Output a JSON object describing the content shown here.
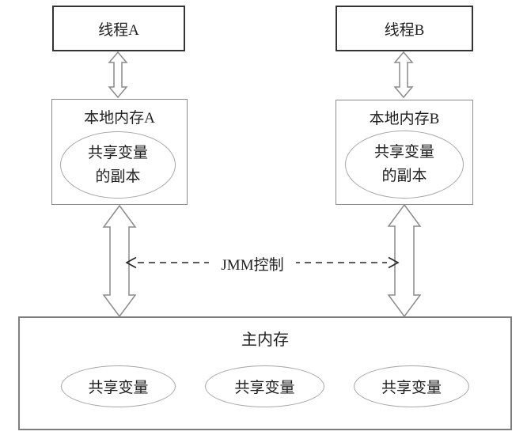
{
  "diagram": {
    "threads": [
      {
        "label": "线程A"
      },
      {
        "label": "线程B"
      }
    ],
    "local_memories": [
      {
        "label": "本地内存A",
        "copy_line1": "共享变量",
        "copy_line2": "的副本"
      },
      {
        "label": "本地内存B",
        "copy_line1": "共享变量",
        "copy_line2": "的副本"
      }
    ],
    "jmm_control_label": "JMM控制",
    "main_memory": {
      "label": "主内存",
      "shared_variables": [
        "共享变量",
        "共享变量",
        "共享变量"
      ]
    },
    "colors": {
      "background": "#ffffff",
      "text": "#1f1f1f",
      "thread_border": "#343434",
      "memory_border": "#8c8c8c",
      "main_border": "#7d7d7d",
      "ellipse_border": "#a6a6a6",
      "arrow_outline": "#8a8a8a",
      "dashed_line": "#262626"
    }
  }
}
